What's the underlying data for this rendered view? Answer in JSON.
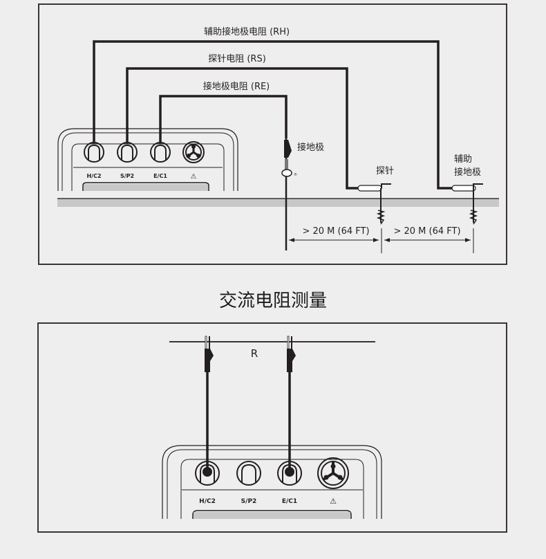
{
  "diagram1": {
    "wire_labels": {
      "rh": "辅助接地极电阻 (RH)",
      "rs": "探针电阻 (RS)",
      "re": "接地极电阻 (RE)"
    },
    "terminals": [
      "H/C2",
      "S/P2",
      "E/C1",
      "⚠"
    ],
    "electrode_labels": {
      "earth": "接地极",
      "probe": "探针",
      "aux_line1": "辅助",
      "aux_line2": "接地极"
    },
    "distances": [
      "> 20 M (64 FT)",
      "> 20 M (64 FT)"
    ]
  },
  "section_title": "交流电阻测量",
  "diagram2": {
    "resistor_label": "R",
    "terminals": [
      "H/C2",
      "S/P2",
      "E/C1",
      "⚠"
    ]
  },
  "colors": {
    "background": "#eeeeee",
    "line": "#231f1f",
    "ground": "#c8c8c8"
  }
}
